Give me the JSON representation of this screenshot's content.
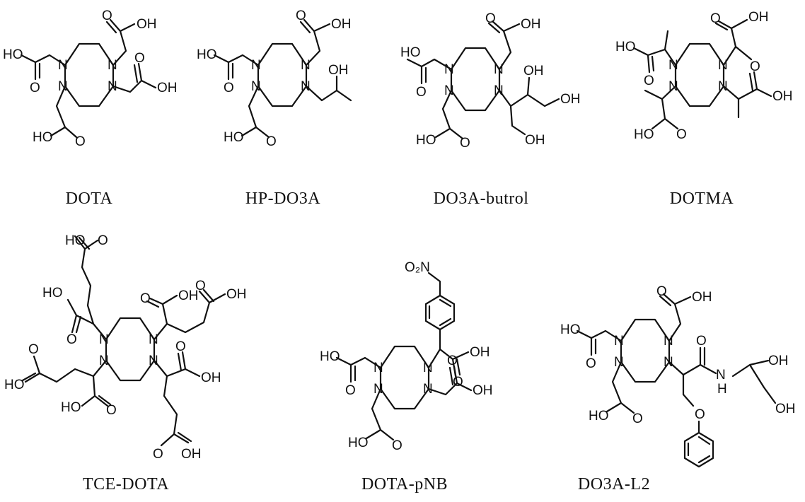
{
  "compounds": [
    {
      "name": "DOTA"
    },
    {
      "name": "HP-DO3A"
    },
    {
      "name": "DO3A-butrol"
    },
    {
      "name": "DOTMA"
    },
    {
      "name": "TCE-DOTA"
    },
    {
      "name": "DOTA-pNB"
    },
    {
      "name": "DO3A-L2"
    }
  ],
  "atoms": {
    "N": "N",
    "NH": "N",
    "H": "H",
    "OH": "OH",
    "HO": "HO",
    "O": "O",
    "O2N": "O₂N"
  }
}
